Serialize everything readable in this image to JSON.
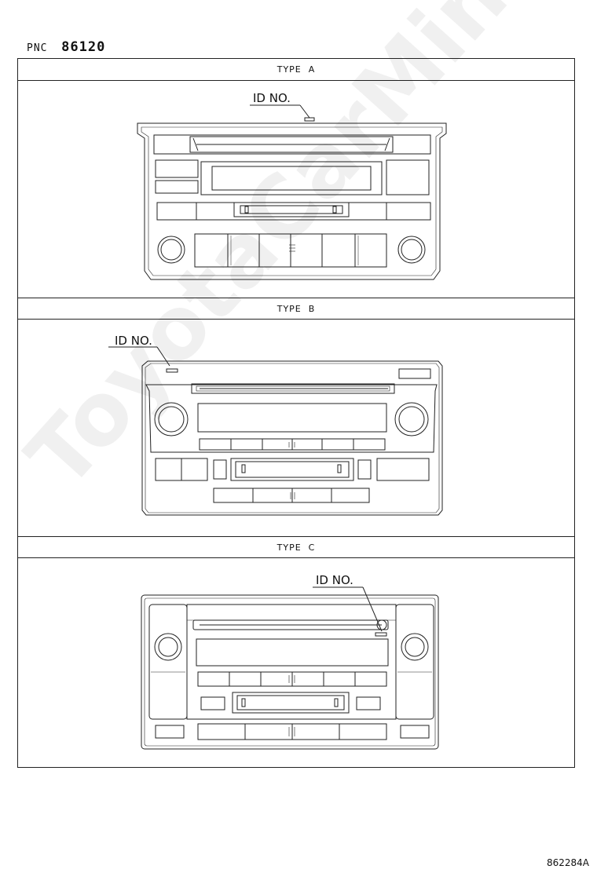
{
  "header": {
    "pnc_label": "PNC",
    "pnc_number": "86120"
  },
  "sections": [
    {
      "type_label": "TYPE  A",
      "id_label": "ID NO."
    },
    {
      "type_label": "TYPE  B",
      "id_label": "ID NO."
    },
    {
      "type_label": "TYPE  C",
      "id_label": "ID NO."
    }
  ],
  "footer": {
    "reference": "862284A"
  },
  "watermark": "ToyotaCarMine.ru"
}
